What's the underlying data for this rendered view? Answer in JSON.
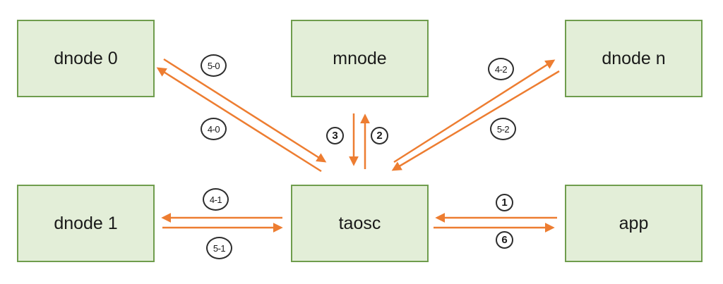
{
  "diagram": {
    "description": "Message flow diagram between app, taosc, mnode and data nodes"
  },
  "nodes": {
    "dnode0": {
      "label": "dnode 0"
    },
    "mnode": {
      "label": "mnode"
    },
    "dnoden": {
      "label": "dnode n"
    },
    "dnode1": {
      "label": "dnode 1"
    },
    "taosc": {
      "label": "taosc"
    },
    "app": {
      "label": "app"
    }
  },
  "edge_labels": {
    "l50": {
      "text": "5-0"
    },
    "l40": {
      "text": "4-0"
    },
    "l42": {
      "text": "4-2"
    },
    "l52": {
      "text": "5-2"
    },
    "l41": {
      "text": "4-1"
    },
    "l51": {
      "text": "5-1"
    },
    "l1": {
      "text": "1"
    },
    "l2": {
      "text": "2"
    },
    "l3": {
      "text": "3"
    },
    "l6": {
      "text": "6"
    }
  },
  "edges": [
    {
      "label": "1",
      "from": "app",
      "to": "taosc"
    },
    {
      "label": "2",
      "from": "taosc",
      "to": "mnode"
    },
    {
      "label": "3",
      "from": "mnode",
      "to": "taosc"
    },
    {
      "label": "4-0",
      "from": "taosc",
      "to": "dnode 0"
    },
    {
      "label": "5-0",
      "from": "dnode 0",
      "to": "taosc"
    },
    {
      "label": "4-1",
      "from": "taosc",
      "to": "dnode 1"
    },
    {
      "label": "5-1",
      "from": "dnode 1",
      "to": "taosc"
    },
    {
      "label": "4-2",
      "from": "taosc",
      "to": "dnode n"
    },
    {
      "label": "5-2",
      "from": "dnode n",
      "to": "taosc"
    },
    {
      "label": "6",
      "from": "taosc",
      "to": "app"
    }
  ],
  "colors": {
    "background": "#ffffff",
    "node_fill": "#e3eed8",
    "node_border": "#6f9d4d",
    "arrow": "#ed7d31",
    "edge_label_border": "#2d2d2d",
    "text": "#1a1a1a"
  }
}
